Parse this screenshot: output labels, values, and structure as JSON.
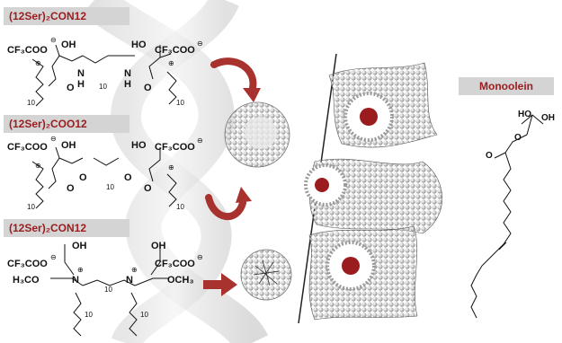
{
  "labels": {
    "box1": "(12Ser)₂CON12",
    "box2": "(12Ser)₂COO12",
    "box3": "(12Ser)₂CON12",
    "monoolein": "Monoolein"
  },
  "structure1": {
    "cf3coo_left": "CF₃COO",
    "cf3coo_right": "CF₃COO",
    "oh_left": "OH",
    "ho_right": "HO",
    "nh_left": "N",
    "h_left": "H",
    "nh_right": "N",
    "h_right": "H",
    "o_left": "O",
    "o_right": "O",
    "n10": "10",
    "sub_left": "10",
    "sub_right": "10"
  },
  "structure2": {
    "cf3coo_left": "CF₃COO",
    "cf3coo_right": "CF₃COO",
    "oh_left": "OH",
    "ho_right": "HO",
    "o_link_left": "O",
    "o_link_right": "O",
    "o_left": "O",
    "o_right": "O",
    "n10": "10",
    "sub_left": "10",
    "sub_right": "10"
  },
  "structure3": {
    "cf3coo_left": "CF₃COO",
    "cf3coo_right": "CF₃COO",
    "oh_left": "OH",
    "oh_right": "OH",
    "h3co": "H₃CO",
    "och3": "OCH₃",
    "n_left": "N",
    "n_right": "N",
    "n10": "10",
    "sub_left": "10",
    "sub_right": "10"
  },
  "monoolein_structure": {
    "ho_top": "HO",
    "oh_top": "OH",
    "o_ester": "O",
    "o_carbonyl": "O"
  },
  "colors": {
    "accent": "#9b1c1f",
    "label_bg": "#d4d4d4",
    "arrow": "#a8322e"
  }
}
